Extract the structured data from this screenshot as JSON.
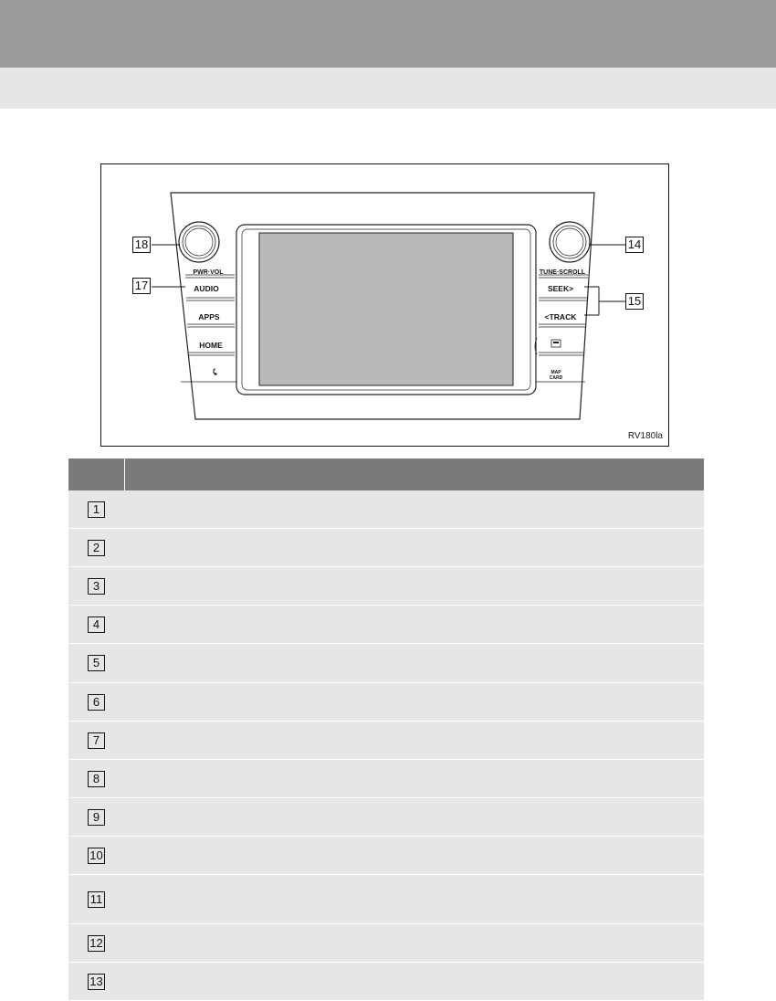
{
  "figure": {
    "code": "RV180la",
    "buttons_left": {
      "knob_label": "PWR·VOL",
      "audio": "AUDIO",
      "apps": "APPS",
      "home": "HOME",
      "phone_icon": "phone-icon"
    },
    "buttons_right": {
      "knob_label": "TUNE·SCROLL",
      "seek": "SEEK>",
      "track": "<TRACK",
      "sd_icon": "sd-card-icon",
      "map_card_line1": "MAP",
      "map_card_line2": "CARD"
    },
    "callouts": [
      "18",
      "17",
      "14",
      "15"
    ]
  },
  "table": {
    "rows": [
      "1",
      "2",
      "3",
      "4",
      "5",
      "6",
      "7",
      "8",
      "9",
      "10",
      "11",
      "12",
      "13"
    ]
  }
}
